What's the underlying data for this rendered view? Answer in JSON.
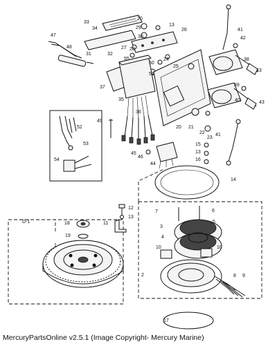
{
  "footer": {
    "caption": "MercuryPartsOnline v2.5.1 (Image Copyright- Mercury Marine)"
  },
  "callouts": [
    {
      "id": "c1",
      "text": "1"
    },
    {
      "id": "c2",
      "text": "2"
    },
    {
      "id": "c3",
      "text": "3"
    },
    {
      "id": "c4",
      "text": "4"
    },
    {
      "id": "c5",
      "text": "5"
    },
    {
      "id": "c6",
      "text": "6"
    },
    {
      "id": "c7",
      "text": "7"
    },
    {
      "id": "c8",
      "text": "8"
    },
    {
      "id": "c9",
      "text": "9"
    },
    {
      "id": "c10a",
      "text": "10"
    },
    {
      "id": "c10b",
      "text": "10"
    },
    {
      "id": "c11",
      "text": "11"
    },
    {
      "id": "c12",
      "text": "12"
    },
    {
      "id": "c13a",
      "text": "13"
    },
    {
      "id": "c13b",
      "text": "13"
    },
    {
      "id": "c13c",
      "text": "13"
    },
    {
      "id": "c14",
      "text": "14"
    },
    {
      "id": "c15",
      "text": "15"
    },
    {
      "id": "c16",
      "text": "16"
    },
    {
      "id": "c17",
      "text": "17"
    },
    {
      "id": "c18",
      "text": "18"
    },
    {
      "id": "c19",
      "text": "19"
    },
    {
      "id": "c20a",
      "text": "20"
    },
    {
      "id": "c20b",
      "text": "20"
    },
    {
      "id": "c21",
      "text": "21"
    },
    {
      "id": "c22",
      "text": "22"
    },
    {
      "id": "c23",
      "text": "23"
    },
    {
      "id": "c24",
      "text": "24"
    },
    {
      "id": "c25",
      "text": "25"
    },
    {
      "id": "c26",
      "text": "26"
    },
    {
      "id": "c27",
      "text": "27"
    },
    {
      "id": "c28",
      "text": "28"
    },
    {
      "id": "c29",
      "text": "29"
    },
    {
      "id": "c30",
      "text": "30"
    },
    {
      "id": "c31",
      "text": "31"
    },
    {
      "id": "c32",
      "text": "32"
    },
    {
      "id": "c33",
      "text": "33"
    },
    {
      "id": "c34",
      "text": "34"
    },
    {
      "id": "c35",
      "text": "35"
    },
    {
      "id": "c36",
      "text": "36"
    },
    {
      "id": "c37",
      "text": "37"
    },
    {
      "id": "c38",
      "text": "38"
    },
    {
      "id": "c39",
      "text": "39"
    },
    {
      "id": "c40",
      "text": "40"
    },
    {
      "id": "c41a",
      "text": "41"
    },
    {
      "id": "c41b",
      "text": "41"
    },
    {
      "id": "c42",
      "text": "42"
    },
    {
      "id": "c43a",
      "text": "43"
    },
    {
      "id": "c43b",
      "text": "43"
    },
    {
      "id": "c44",
      "text": "44"
    },
    {
      "id": "c45",
      "text": "45"
    },
    {
      "id": "c46",
      "text": "46"
    },
    {
      "id": "c47",
      "text": "47"
    },
    {
      "id": "c48",
      "text": "48"
    },
    {
      "id": "c49",
      "text": "49"
    },
    {
      "id": "c50",
      "text": "50"
    },
    {
      "id": "c51",
      "text": "51"
    },
    {
      "id": "c52",
      "text": "52"
    },
    {
      "id": "c53",
      "text": "53"
    },
    {
      "id": "c54",
      "text": "54"
    },
    {
      "id": "c55",
      "text": "55"
    },
    {
      "id": "cd1",
      "text": "D-1"
    }
  ]
}
